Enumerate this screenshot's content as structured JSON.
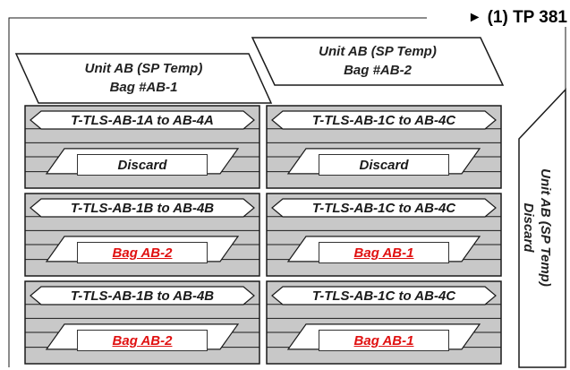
{
  "callout": {
    "arrow": "►",
    "text": "(1) TP 381"
  },
  "top_labels": {
    "left": {
      "line1": "Unit AB (SP Temp)",
      "line2": "Bag #AB-1"
    },
    "right": {
      "line1": "Unit AB (SP Temp)",
      "line2": "Bag #AB-2"
    }
  },
  "side_label": {
    "line1": "Unit AB (SP Temp)",
    "line2": "Discard"
  },
  "bays": [
    {
      "title": "T-TLS-AB-1A to AB-4A",
      "destination": "Discard",
      "kind": "discard"
    },
    {
      "title": "T-TLS-AB-1C to AB-4C",
      "destination": "Discard",
      "kind": "discard"
    },
    {
      "title": "T-TLS-AB-1B to AB-4B",
      "destination": "Bag AB-2",
      "kind": "bag"
    },
    {
      "title": "T-TLS-AB-1C to AB-4C",
      "destination": "Bag AB-1",
      "kind": "bag"
    },
    {
      "title": "T-TLS-AB-1B to AB-4B",
      "destination": "Bag AB-2",
      "kind": "bag"
    },
    {
      "title": "T-TLS-AB-1C to AB-4C",
      "destination": "Bag AB-1",
      "kind": "bag"
    }
  ],
  "colors": {
    "bay_fill": "#c8c8c8",
    "outline": "#1a1a1a",
    "bag_text": "#e01010"
  }
}
